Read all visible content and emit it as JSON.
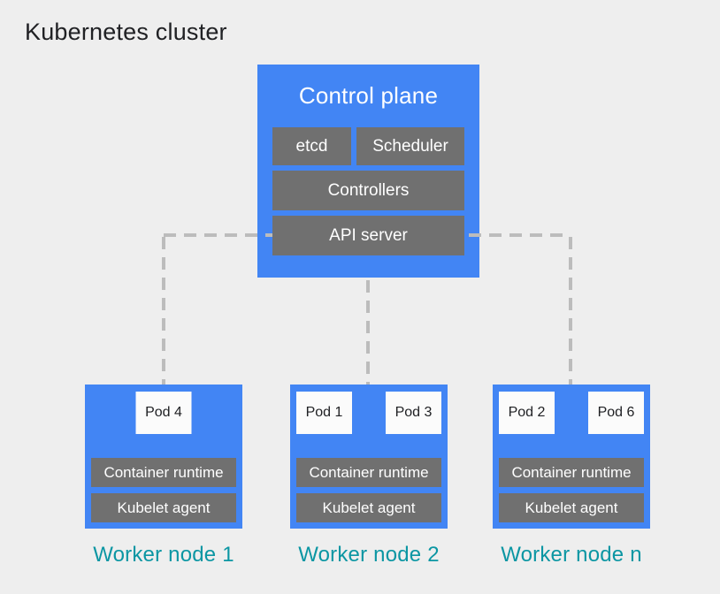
{
  "title": "Kubernetes cluster",
  "colors": {
    "background": "#eeeeee",
    "node_blue": "#4285f4",
    "component_gray": "#707070",
    "pod_white": "#fbfbfb",
    "label_teal": "#0b96a3",
    "connector_gray": "#bcbcbc",
    "text_dark": "#202124",
    "text_white": "#ffffff"
  },
  "control_plane": {
    "title": "Control plane",
    "components": [
      "etcd",
      "Scheduler",
      "Controllers",
      "API server"
    ]
  },
  "worker_nodes": [
    {
      "label": "Worker node 1",
      "pods": [
        "Pod 4"
      ],
      "components": [
        "Container runtime",
        "Kubelet agent"
      ]
    },
    {
      "label": "Worker node 2",
      "pods": [
        "Pod 1",
        "Pod 3"
      ],
      "components": [
        "Container runtime",
        "Kubelet agent"
      ]
    },
    {
      "label": "Worker node n",
      "pods": [
        "Pod 2",
        "Pod 6"
      ],
      "components": [
        "Container runtime",
        "Kubelet agent"
      ]
    }
  ]
}
